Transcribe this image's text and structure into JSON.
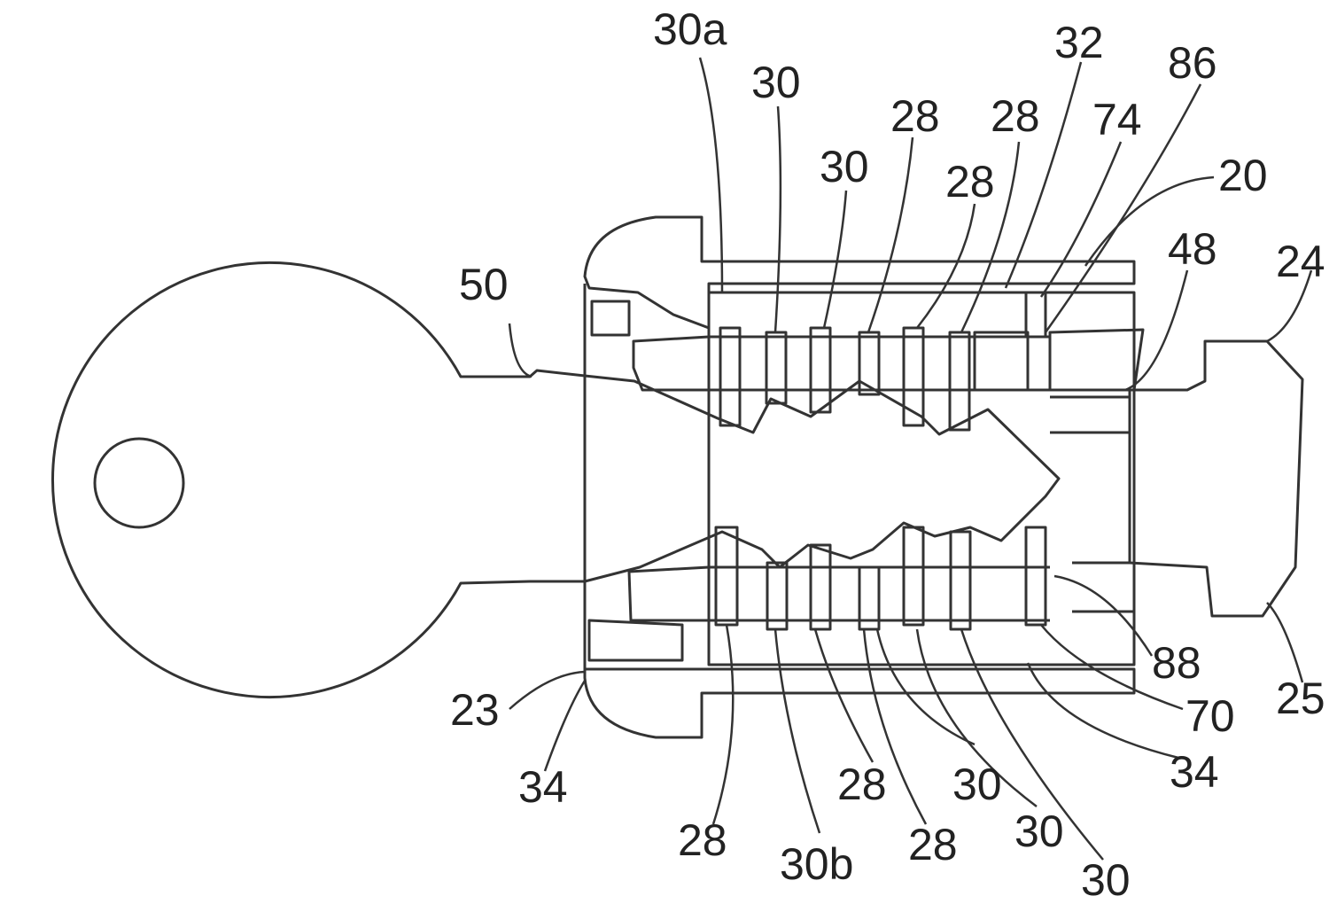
{
  "colors": {
    "ink": "#333333",
    "paper": "#ffffff"
  },
  "labels": {
    "l30a": "30a",
    "l30_top1": "30",
    "l30_top2": "30",
    "l28_top1": "28",
    "l28_top2": "28",
    "l28_top3": "28",
    "l32": "32",
    "l74": "74",
    "l86": "86",
    "l20": "20",
    "l48": "48",
    "l24": "24",
    "l50": "50",
    "l23": "23",
    "l34_left": "34",
    "l28_b1": "28",
    "l30b": "30b",
    "l28_b2": "28",
    "l28_b3": "28",
    "l30_b1": "30",
    "l30_b2": "30",
    "l30_b3": "30",
    "l34_right": "34",
    "l70": "70",
    "l88": "88",
    "l25": "25"
  }
}
